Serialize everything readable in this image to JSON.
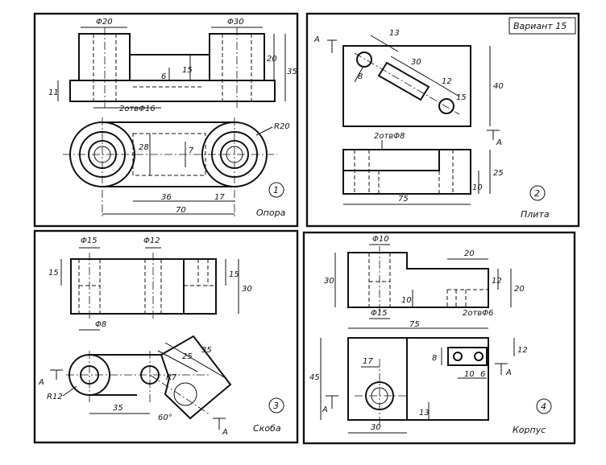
{
  "variant_label": "Вариант 15",
  "panels": [
    {
      "number": "1",
      "name": "Опора",
      "dims": {
        "d20": "Φ20",
        "d30": "Φ30",
        "h11": "11",
        "h6": "6",
        "h15": "15",
        "h20": "20",
        "h35": "35",
        "holes": "2отвΦ16",
        "r20": "R20",
        "w28": "28",
        "w7": "7",
        "w36": "36",
        "w17": "17",
        "w70": "70"
      }
    },
    {
      "number": "2",
      "name": "Плита",
      "dims": {
        "d13": "13",
        "d8": "8",
        "d30": "30",
        "d12": "12",
        "d15": "15",
        "h40": "40",
        "holes": "2отвΦ8",
        "h25": "25",
        "h10": "10",
        "w75": "75",
        "sec_a": "А"
      }
    },
    {
      "number": "3",
      "name": "Скоба",
      "dims": {
        "d15": "Φ15",
        "d12": "Φ12",
        "h15a": "15",
        "h15b": "15",
        "h30": "30",
        "d8": "Φ8",
        "r12": "R12",
        "w35a": "35",
        "w25": "25",
        "w35b": "35",
        "r7": "R7",
        "a60": "60°",
        "sec_a": "А"
      }
    },
    {
      "number": "4",
      "name": "Корпус",
      "dims": {
        "d10": "Φ10",
        "w20": "20",
        "h30": "30",
        "h12a": "12",
        "h20": "20",
        "h10": "10",
        "d15": "Φ15",
        "holes": "2отвΦ6",
        "w75": "75",
        "h45": "45",
        "w17": "17",
        "h8": "8",
        "h12b": "12",
        "w10": "10",
        "w6": "6",
        "h13": "13",
        "w30": "30",
        "sec_a": "А"
      }
    }
  ]
}
